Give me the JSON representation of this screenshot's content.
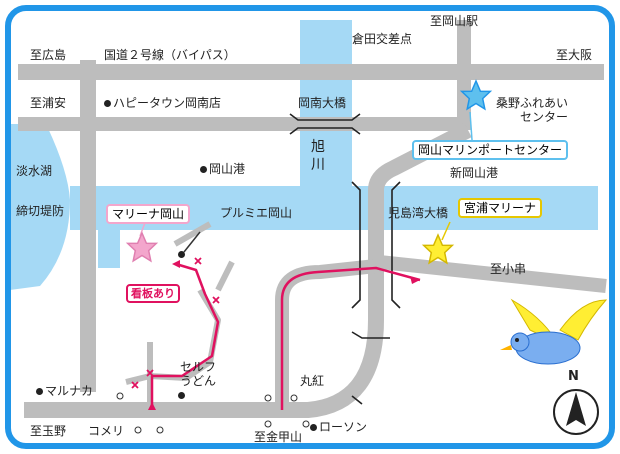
{
  "colors": {
    "frame": "#2196e8",
    "water": "#a5d9f5",
    "road": "#bdbdbd",
    "route": "#e0115f",
    "marina_okayama": "#f3a6cc",
    "marina_miyaura": "#ffee33",
    "port_center": "#5ec0ee"
  },
  "labels": {
    "to_okayama_station": "至岡山駅",
    "kurata_intersection": "倉田交差点",
    "to_hiroshima": "至広島",
    "route2_bypass": "国道２号線（バイパス）",
    "to_osaka": "至大阪",
    "to_urayasu": "至浦安",
    "happy_town": "ハピータウン岡南店",
    "konan_bridge": "岡南大橋",
    "kuwano_1": "桑野ふれあい",
    "kuwano_2": "センター",
    "tansui_lake": "淡水湖",
    "shimekiri": "締切堤防",
    "okayama_port": "岡山港",
    "asahi_river": "旭川",
    "shin_okayama_port": "新岡山港",
    "marina_okayama": "マリーナ岡山",
    "purumie": "プルミエ岡山",
    "kojimawan_bridge": "児島湾大橋",
    "miyaura_marina": "宮浦マリーナ",
    "port_center": "岡山マリンポートセンター",
    "kanban": "看板あり",
    "to_kogushi": "至小串",
    "self_udon_1": "セルフ",
    "self_udon_2": "うどん",
    "marunaka": "マルナカ",
    "marukou": "丸紅",
    "to_tamano": "至玉野",
    "komeri": "コメリ",
    "to_kanakoyama": "至金甲山",
    "lawson": "ローソン",
    "north": "N"
  },
  "icons": [
    "star-icon-marina-okayama",
    "star-icon-port-center",
    "star-icon-miyaura-marina",
    "bird-icon",
    "compass-icon"
  ]
}
